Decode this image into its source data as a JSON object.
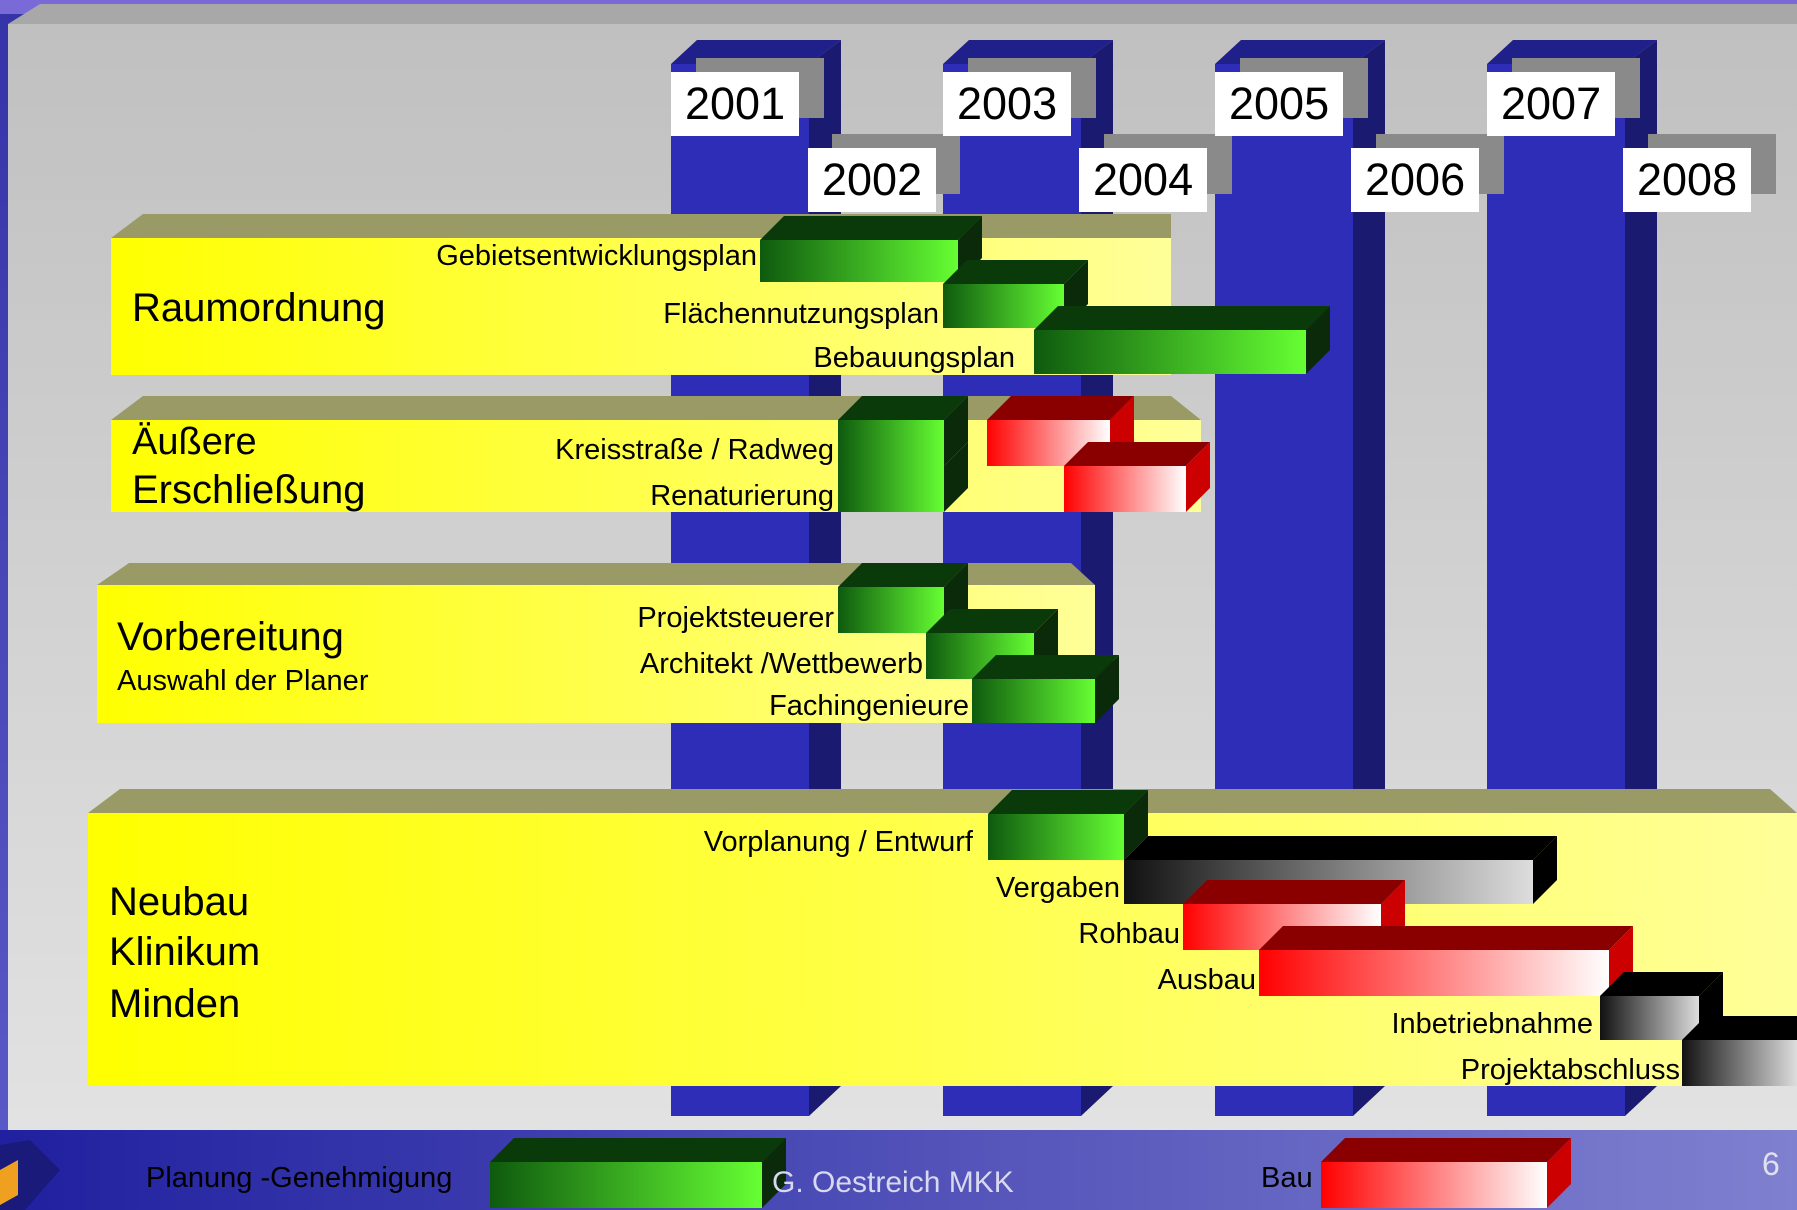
{
  "years_top": [
    "2001",
    "2003",
    "2005",
    "2007"
  ],
  "years_bottom": [
    "2002",
    "2004",
    "2006",
    "2008"
  ],
  "sections": [
    {
      "title": "Raumordnung",
      "subtitle": ""
    },
    {
      "title": "Äußere",
      "subtitle": "Erschließung"
    },
    {
      "title": "Vorbereitung",
      "subtitle": "Auswahl der Planer"
    },
    {
      "title": "Neubau",
      "line2": "Klinikum",
      "line3": "Minden"
    }
  ],
  "tasks": [
    {
      "label": "Gebietsentwicklungsplan",
      "kind": "planning"
    },
    {
      "label": "Flächennutzungsplan",
      "kind": "planning"
    },
    {
      "label": "Bebauungsplan",
      "kind": "planning"
    },
    {
      "label": "Kreisstraße / Radweg",
      "kind": "planning"
    },
    {
      "label": "Renaturierung",
      "kind": "planning"
    },
    {
      "label": "Projektsteuerer",
      "kind": "planning"
    },
    {
      "label": "Architekt /Wettbewerb",
      "kind": "planning"
    },
    {
      "label": "Fachingenieure",
      "kind": "planning"
    },
    {
      "label": "Vorplanung / Entwurf",
      "kind": "planning"
    },
    {
      "label": "Vergaben",
      "kind": "other"
    },
    {
      "label": "Rohbau",
      "kind": "construction"
    },
    {
      "label": "Ausbau",
      "kind": "construction"
    },
    {
      "label": "Inbetriebnahme",
      "kind": "other"
    },
    {
      "label": "Projektabschluss",
      "kind": "other"
    }
  ],
  "legend": {
    "planning_label": "Planung -Genehmigung",
    "construction_label": "Bau"
  },
  "footer": {
    "author": "G. Oestreich MKK",
    "page_number": "6"
  },
  "colors": {
    "planning": "#33cc33",
    "construction": "#ee1111",
    "other": "#111111",
    "section_band": "#ffff00",
    "year_column": "#2a2ab0"
  }
}
